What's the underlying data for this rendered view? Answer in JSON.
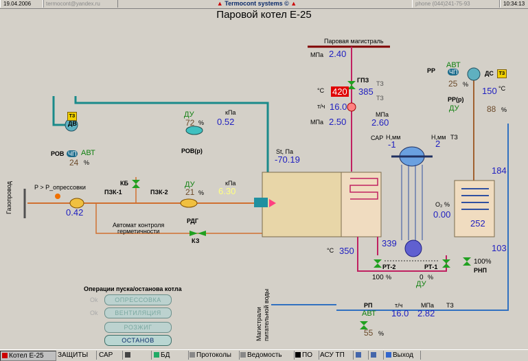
{
  "topbar": {
    "date": "19.04.2006",
    "email": "termocont@yandex.ru",
    "brand": "Termocont systems",
    "copyright": "©",
    "phone": "phone (044)241-75-93",
    "time": "10:34:13"
  },
  "title": "Паровой котел Е-25",
  "steam_main": {
    "label": "Паровая магистраль",
    "mpa_unit": "МПа",
    "pressure": "2.40"
  },
  "gpz": "ГПЗ",
  "temp_unit": "°С",
  "temp_alarm": "420",
  "temp_val": "385",
  "tz": "ТЗ",
  "flow_unit": "т/ч",
  "flow": "16.0",
  "mpa2": "МПа",
  "pressure2": "2.50",
  "drum": {
    "mpa": "МПа",
    "pressure": "2.60",
    "sar": "САР",
    "h_unit": "Н,мм",
    "h_left": "-1",
    "h_unit2": "Н,мм",
    "h_right": "2",
    "tz": "ТЗ"
  },
  "fan_dv": {
    "label": "ДВ",
    "rov": "РОВ",
    "chp": "ЧП",
    "avt": "АВТ",
    "percent": "24",
    "pct": "%"
  },
  "du1": {
    "label": "ДУ",
    "percent": "72",
    "pct": "%",
    "rov_r": "РОВ(р)"
  },
  "kpa1": {
    "unit": "кПа",
    "value": "0.52"
  },
  "st": {
    "label": "St, Па",
    "value": "-70.19"
  },
  "kb": "КБ",
  "pzk1": "ПЗК-1",
  "pzk2": "ПЗК-2",
  "p_label": "P > P_опрессовки",
  "p_val": "0.42",
  "gas": "Газопровод",
  "auto": {
    "line1": "Автомат контроля",
    "line2": "герметичности"
  },
  "kz": "КЗ",
  "du2": {
    "label": "ДУ",
    "percent": "21",
    "pct": "%",
    "rdg": "РДГ"
  },
  "kpa2": {
    "unit": "кПа",
    "value": "6.30"
  },
  "smoke": {
    "rr": "РР",
    "chp": "ЧП",
    "avt": "АВТ",
    "ds": "ДС",
    "percent": "25",
    "pct": "%",
    "temp": "150",
    "temp_unit": "°С",
    "rr_p": "РР(р)",
    "du": "ДУ",
    "du_pct": "88",
    "pct2": "%"
  },
  "v184": "184",
  "v103": "103",
  "o2": {
    "label": "O₂ %",
    "value": "0.00"
  },
  "v252": "252",
  "t350": "350",
  "t339": "339",
  "rt2": "РТ-2",
  "rt1": "РТ-1",
  "p100": "100",
  "pc": "%",
  "p0": "0",
  "du3": "ДУ",
  "rnp": {
    "pct": "100%",
    "label": "РНП"
  },
  "feed": {
    "label1": "Магистрали",
    "label2": "питательной воды",
    "rp": "РП",
    "avt": "АВТ",
    "pct": "55",
    "pc": "%",
    "flow_unit": "т/ч",
    "flow": "16.0",
    "mpa": "МПа",
    "pressure": "2.82",
    "tz": "ТЗ"
  },
  "ops": {
    "title": "Операции пуска/останова котла",
    "ok": "Ok",
    "btn1": "ОПРЕССОВКА",
    "btn2": "ВЕНТИЛЯЦИЯ",
    "btn3": "РОЗЖИГ",
    "btn4": "ОСТАНОВ"
  },
  "taskbar": [
    "Котел Е-25",
    "ЗАЩИТЫ",
    "САР",
    "",
    "БД",
    "Протоколы",
    "Ведомость",
    "ПО",
    "АСУ ТП",
    "",
    "",
    "Выход"
  ]
}
